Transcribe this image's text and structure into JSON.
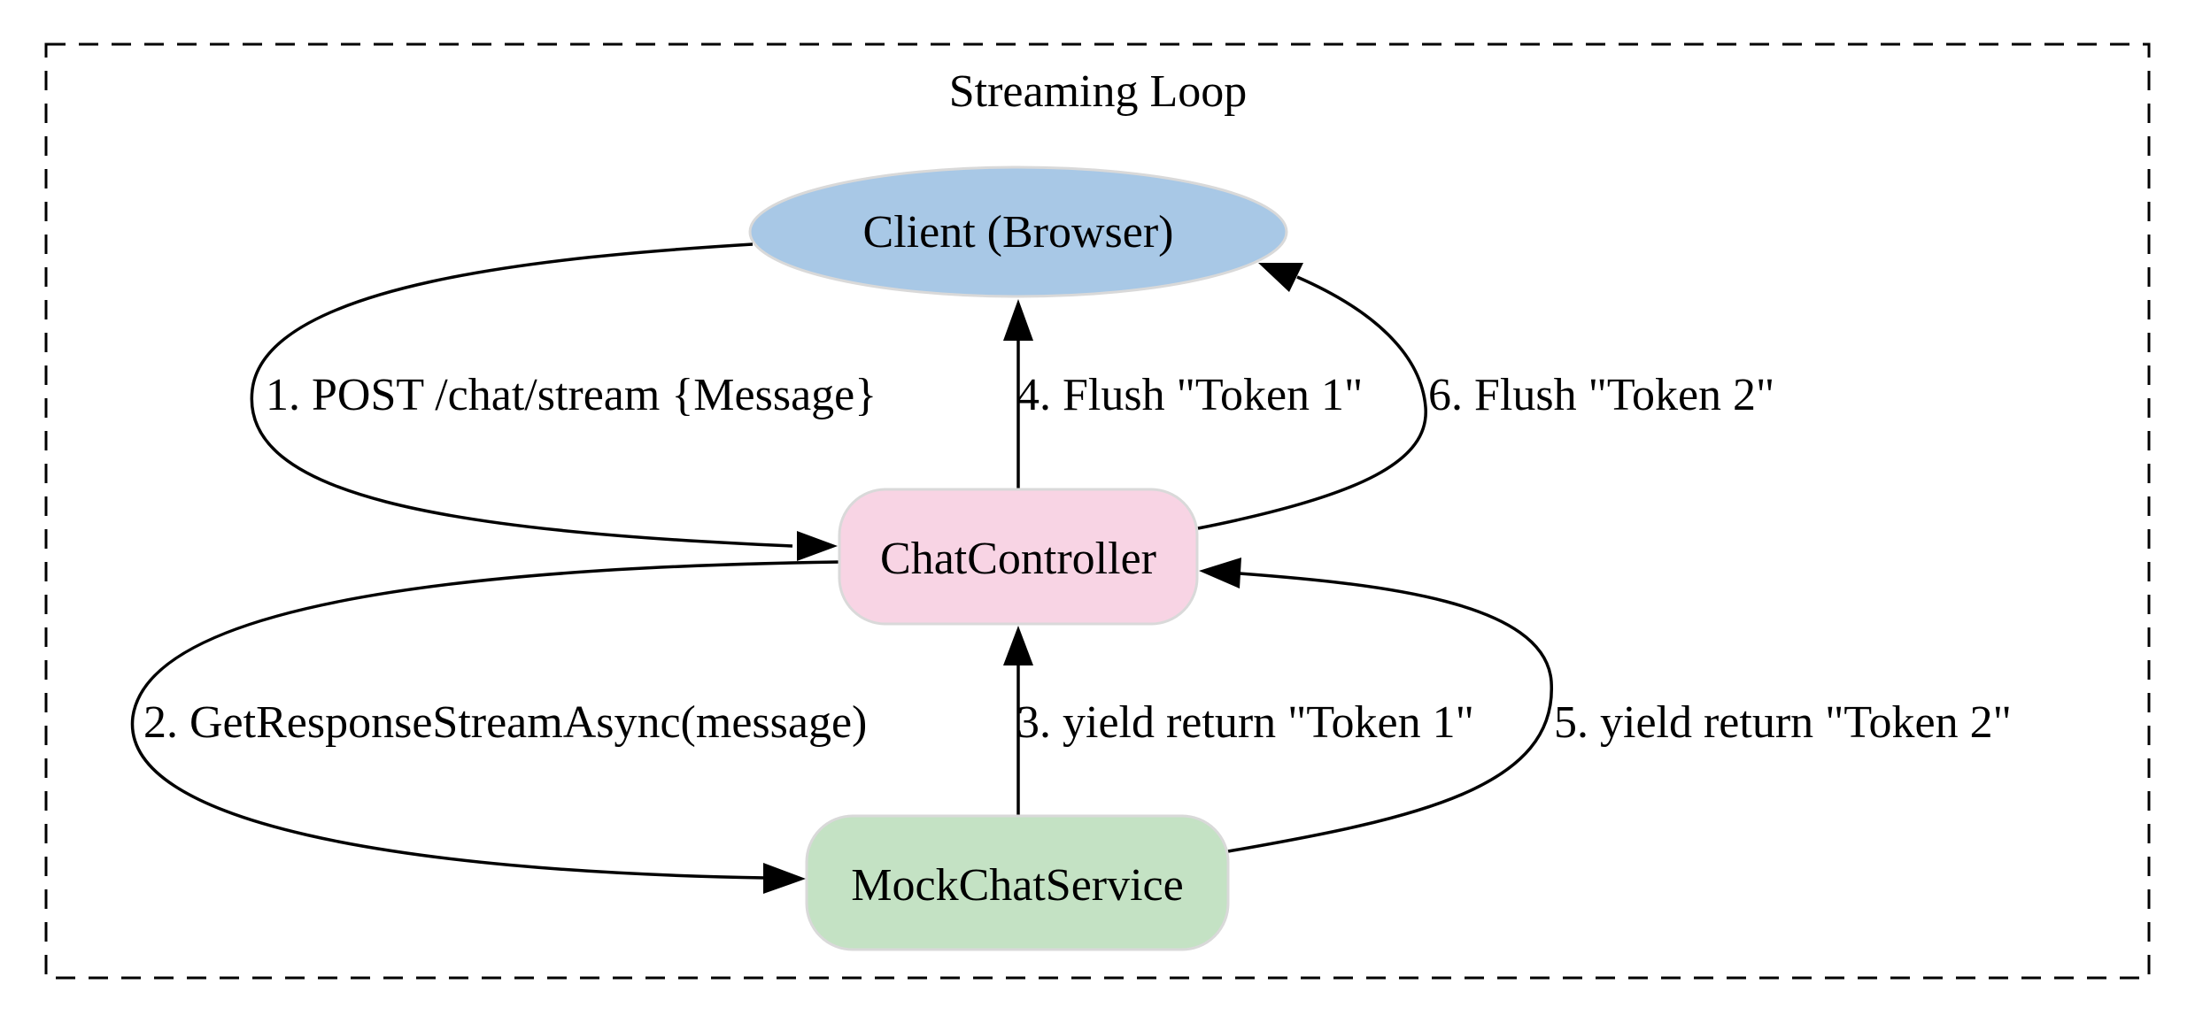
{
  "cluster": {
    "title": "Streaming Loop"
  },
  "nodes": {
    "client": {
      "label": "Client (Browser)",
      "fill": "#a8c8e6"
    },
    "controller": {
      "label": "ChatController",
      "fill": "#f8d4e4"
    },
    "service": {
      "label": "MockChatService",
      "fill": "#c4e2c4"
    }
  },
  "edges": {
    "e1": {
      "label": "1. POST /chat/stream  {Message}"
    },
    "e2": {
      "label": "2. GetResponseStreamAsync(message)"
    },
    "e3": {
      "label": "3. yield return \"Token 1\""
    },
    "e4": {
      "label": "4. Flush \"Token 1\""
    },
    "e5": {
      "label": "5. yield return \"Token 2\""
    },
    "e6": {
      "label": "6. Flush \"Token 2\""
    }
  }
}
